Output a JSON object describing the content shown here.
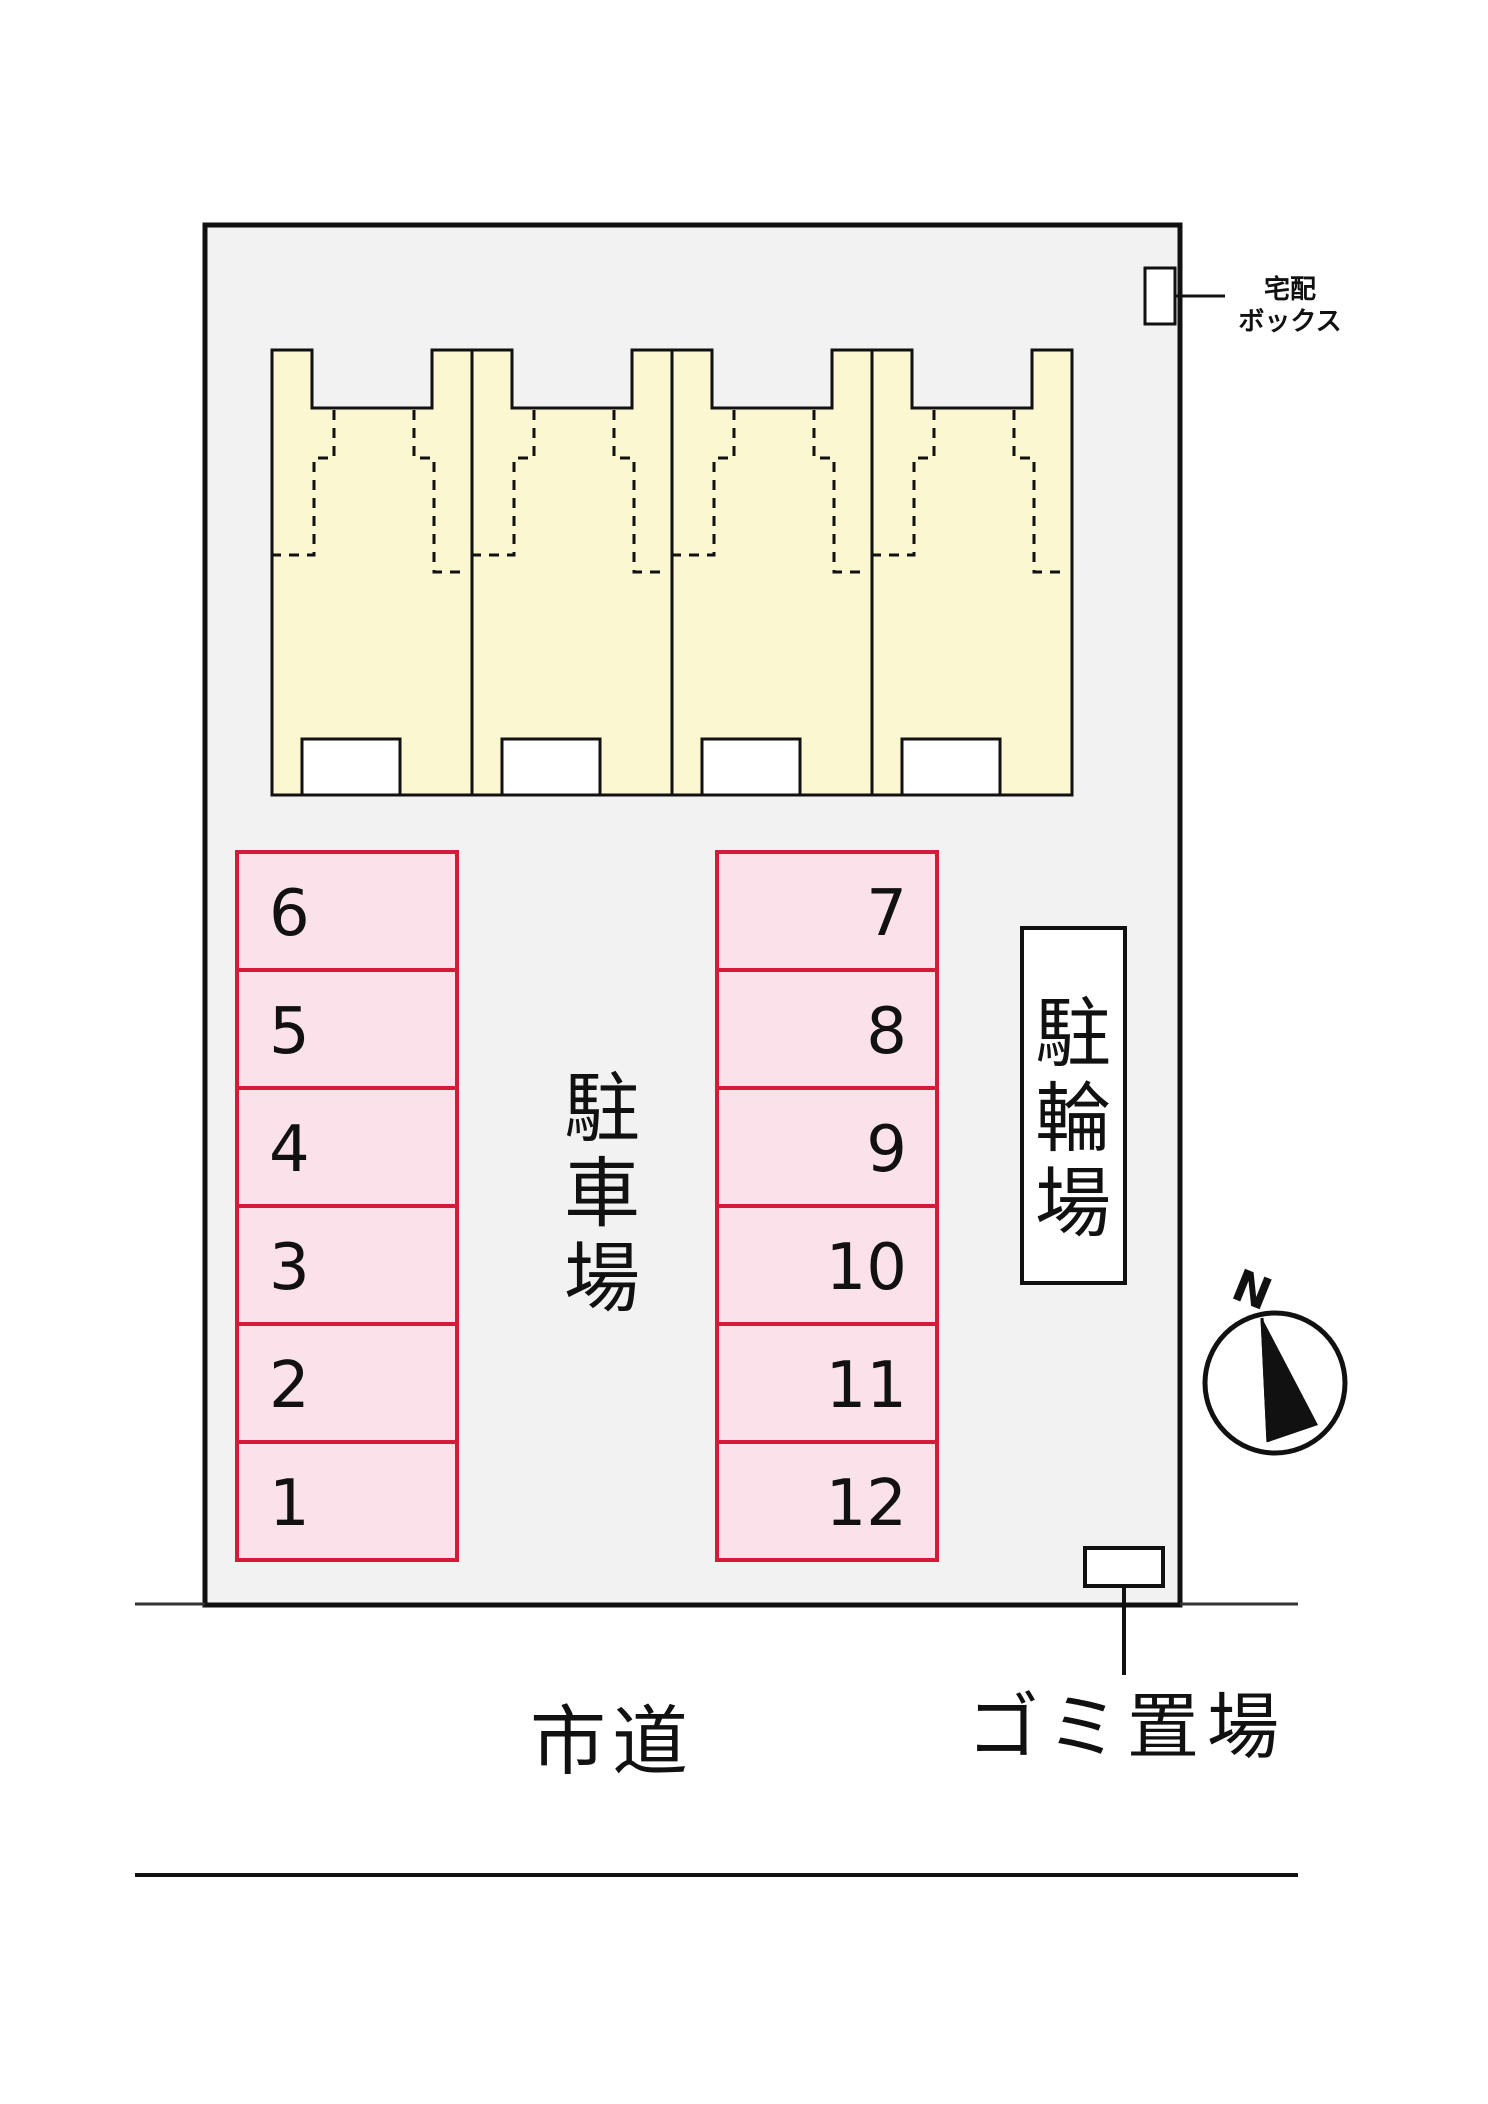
{
  "map": {
    "parking_label": [
      "駐",
      "車",
      "場"
    ],
    "bicycle_label": [
      "駐",
      "輪",
      "場"
    ],
    "delivery_box_label": [
      "宅配",
      "ボックス"
    ],
    "road_label": "市道",
    "garbage_label": "ゴミ置場",
    "north_label": "N",
    "units": [
      "",
      "",
      "",
      ""
    ],
    "parking_left": [
      "6",
      "5",
      "4",
      "3",
      "2",
      "1"
    ],
    "parking_right": [
      "7",
      "8",
      "9",
      "10",
      "11",
      "12"
    ]
  },
  "colors": {
    "site_fill": "#f2f2f2",
    "building_fill": "#fbf7d0",
    "parking_fill": "#fbe1ea",
    "parking_stroke": "#d7193a",
    "line": "#111111"
  }
}
